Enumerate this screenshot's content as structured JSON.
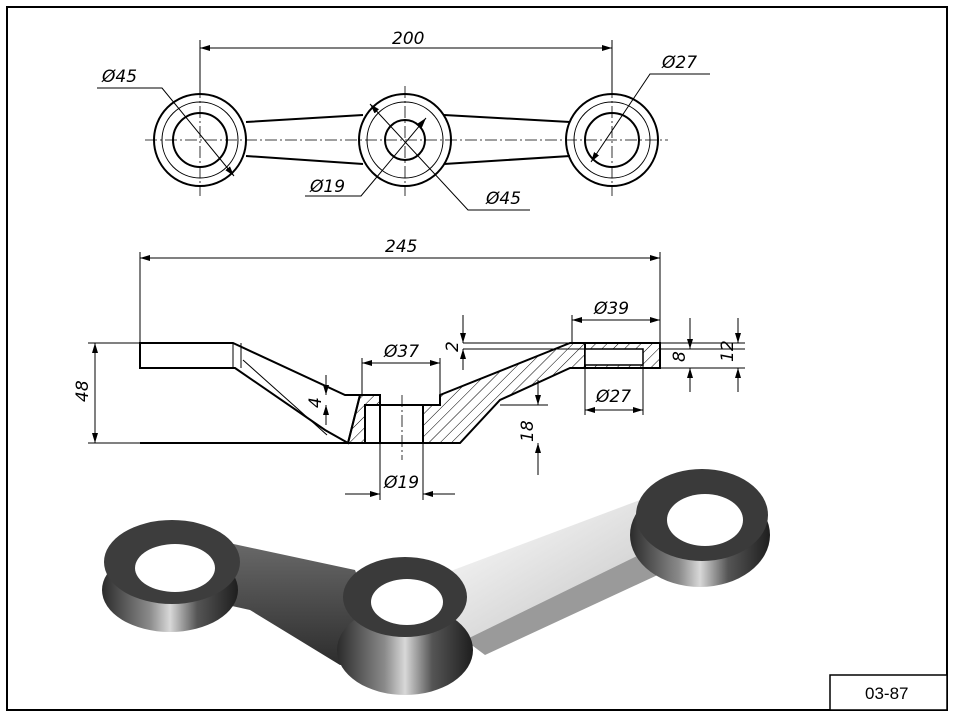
{
  "drawing_code": "03-87",
  "plan_view": {
    "overall_spacing": "200",
    "left_outer_diameter": "Ø45",
    "center_outer_diameter": "Ø45",
    "center_inner_diameter": "Ø19",
    "right_inner_diameter": "Ø27"
  },
  "section_view": {
    "overall_length": "245",
    "height": "48",
    "counterbore_diameter_top": "Ø39",
    "counterbore_depth": "2",
    "bore_diameter_right": "Ø27",
    "flange_thickness_inner": "8",
    "flange_thickness_outer": "12",
    "center_counterbore": "Ø37",
    "center_bore": "Ø19",
    "center_recess_depth": "4",
    "hub_height": "18"
  },
  "colors": {
    "ink": "#000000",
    "hatch": "#000000",
    "metal_dark": "#3a3a3a",
    "metal_light": "#e6e6e6"
  }
}
